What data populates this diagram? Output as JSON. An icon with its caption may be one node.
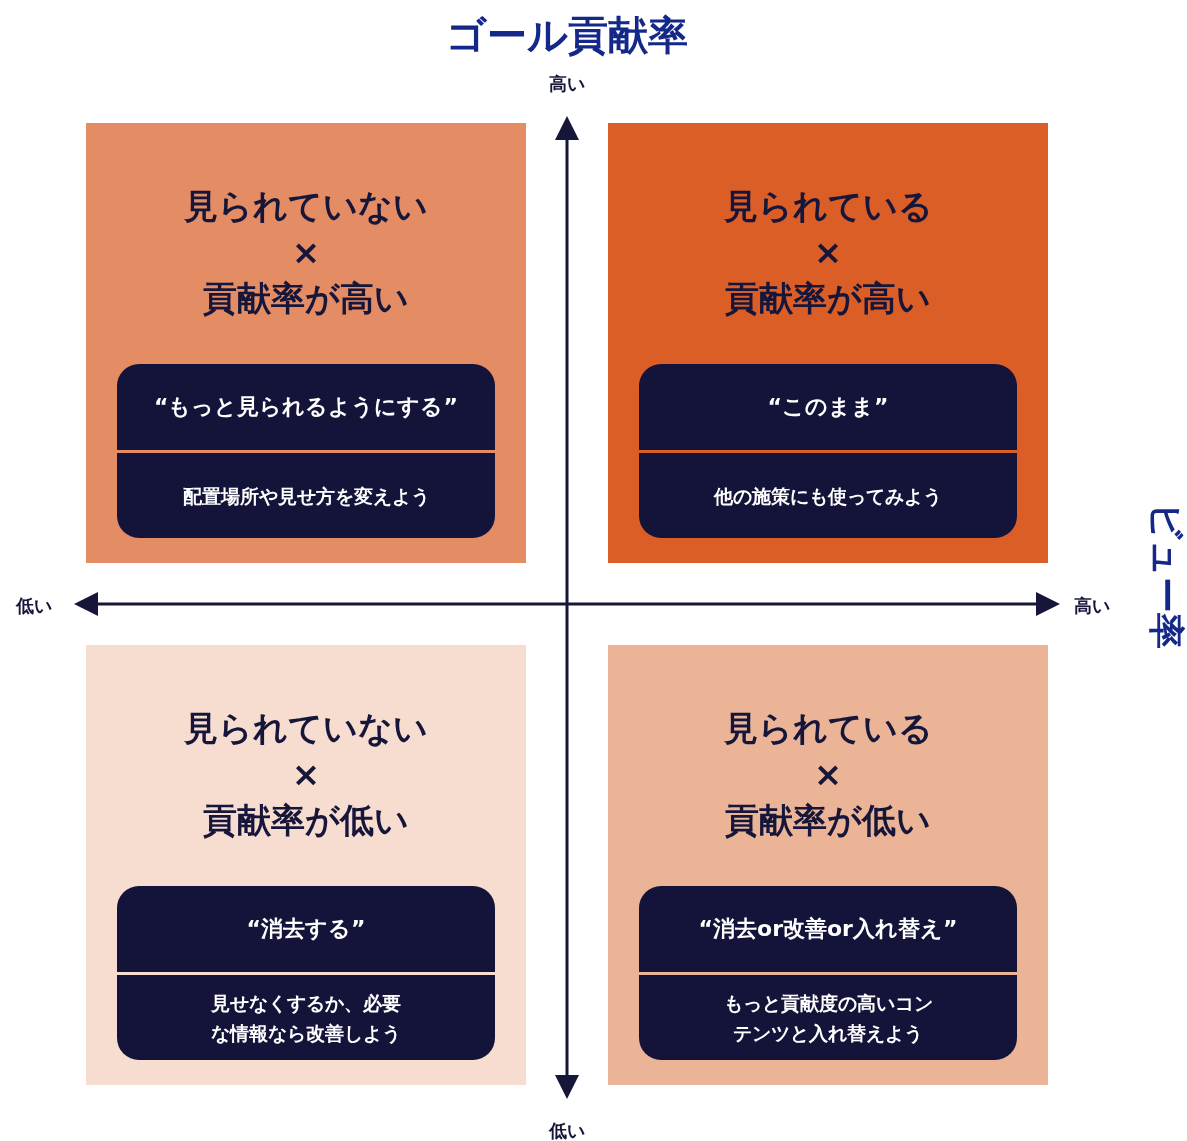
{
  "diagram": {
    "nodes": [
      {
        "text": [
          "見られていない",
          "×",
          "貢献率が高い"
        ]
      },
      {
        "text": [
          "“もっと見られるようにする”",
          "配置場所や見せ方を変えよう"
        ],
        "in": 0
      },
      {
        "text": [
          "見られている",
          "×",
          "貢献率が高い"
        ]
      },
      {
        "text": [
          "“このまま”",
          "他の施策にも使ってみよう"
        ],
        "in": 2
      },
      {
        "text": [
          "見られていない",
          "×",
          "貢献率が低い"
        ]
      },
      {
        "text": [
          "“消去する”",
          "見せなくするか、必要な情報なら改善しよう"
        ],
        "in": 4
      },
      {
        "text": [
          "見られている",
          "×",
          "貢献率が低い"
        ]
      },
      {
        "text": [
          "“消去or改善or入れ替え”",
          "もっと貢献度の高いコンテンツと入れ替えよう"
        ],
        "in": 6
      }
    ],
    "labels": [
      "ゴール貢献率",
      "高い",
      "低い",
      "高い",
      "ビュー率",
      "低い"
    ]
  }
}
